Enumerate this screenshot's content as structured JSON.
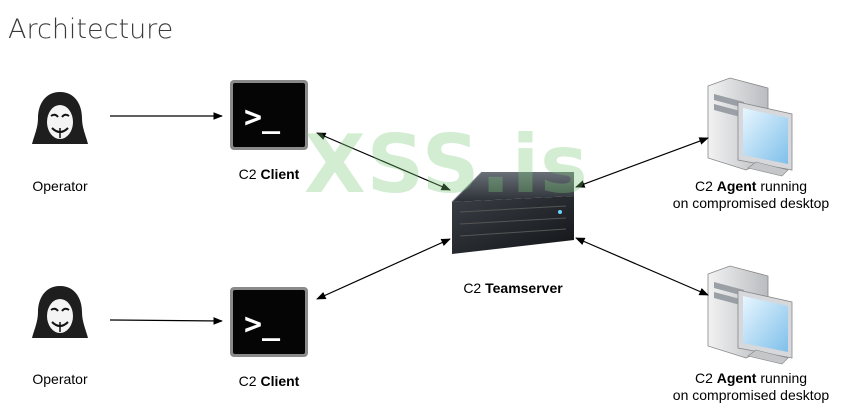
{
  "title": "Architecture",
  "watermark": "XSS.is",
  "nodes": {
    "operator_top": {
      "label": "Operator"
    },
    "operator_bottom": {
      "label": "Operator"
    },
    "client_top": {
      "prefix": "C2",
      "name": "Client"
    },
    "client_bottom": {
      "prefix": "C2",
      "name": "Client"
    },
    "teamserver": {
      "prefix": "C2",
      "name": "Teamserver"
    },
    "agent_top": {
      "prefix": "C2",
      "name": "Agent",
      "suffix": "running",
      "line2": "on compromised desktop"
    },
    "agent_bottom": {
      "prefix": "C2",
      "name": "Agent",
      "suffix": "running",
      "line2": "on compromised desktop"
    }
  },
  "icons": {
    "operator": "hooded-hacker-icon",
    "client": "terminal-icon",
    "teamserver": "server-icon",
    "agent": "desktop-computer-icon"
  },
  "terminal_prompt": ">_",
  "colors": {
    "arrow": "#000000",
    "watermark": "#78c878"
  }
}
